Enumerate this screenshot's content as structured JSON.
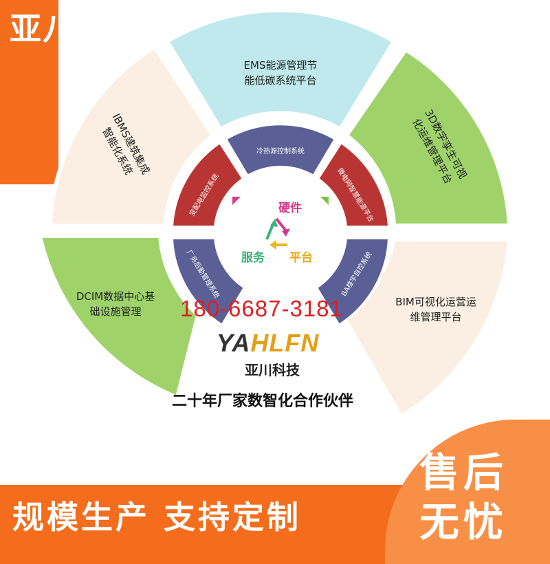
{
  "corner_title": "亚八",
  "center": {
    "hardware": "硬件",
    "service": "服务",
    "platform": "平台"
  },
  "outer_segments": [
    {
      "id": "ems",
      "line1": "EMS能源管理节",
      "line2": "能低碳系统平台",
      "color": "#bfe9ec"
    },
    {
      "id": "twin",
      "line1": "3D数字孪生可视",
      "line2": "化运维管理平台",
      "color": "#9fd36a"
    },
    {
      "id": "bim",
      "line1": "BIM可视化运营运",
      "line2": "维管理平台",
      "color": "#fbefe3"
    },
    {
      "id": "dcim",
      "line1": "DCIM数据中心基",
      "line2": "础设施管理",
      "color": "#9fd36a"
    },
    {
      "id": "ibms",
      "line1": "IBMS建筑集成",
      "line2": "智能化系统",
      "color": "#fbefe3"
    }
  ],
  "inner_segments": [
    {
      "id": "hvac",
      "label": "冷热源控制系统",
      "color": "#5a5f95"
    },
    {
      "id": "microgrid",
      "label": "微电网智慧能源平台",
      "color": "#b93534"
    },
    {
      "id": "ba",
      "label": "BA楼宇自控系统",
      "color": "#5a5f95"
    },
    {
      "id": "factory",
      "label": "厂务后勤管理系统",
      "color": "#5a5f95"
    },
    {
      "id": "power",
      "label": "变配电监控系统",
      "color": "#b93534"
    }
  ],
  "phone": "180-6687-3181",
  "logo": {
    "part1": "YA",
    "part2": "HLFN"
  },
  "brand_cn": "亚川科技",
  "tagline": "二十年厂家数智化合作伙伴",
  "bottom_slogan": "规模生产   支持定制",
  "badge": {
    "line1": "售后",
    "line2": "无忧"
  },
  "colors": {
    "orange": "#f36d1c",
    "badge": "#f79046",
    "red_text": "#e21d1d"
  }
}
